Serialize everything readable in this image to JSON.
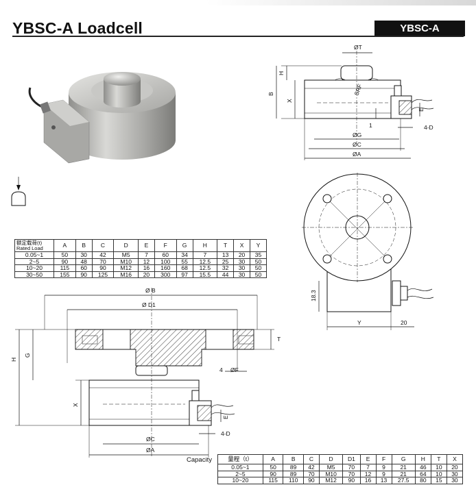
{
  "header": {
    "title": "YBSC-A Loadcell",
    "model_badge": "YBSC-A"
  },
  "drawing_labels": {
    "top": {
      "t": "ØT",
      "h": "H",
      "b": "B",
      "x": "X",
      "srf": "SRF",
      "e": "E",
      "one": "1",
      "four_d": "4-D",
      "g": "ØG",
      "c": "ØC",
      "a": "ØA"
    },
    "plan": {
      "h183": "18.3",
      "y": "Y",
      "w20": "20"
    },
    "bottom": {
      "b": "Ø B",
      "d1": "Ø D1",
      "t": "T",
      "g": "G",
      "h": "H",
      "f": "ØF",
      "four": "4",
      "x": "X",
      "e": "E",
      "four_d": "4-D",
      "c": "ØC",
      "a": "ØA"
    }
  },
  "table1": {
    "first_header_line1": "额定载荷(t)",
    "first_header_line2": "Rated Load",
    "headers": [
      "A",
      "B",
      "C",
      "D",
      "E",
      "F",
      "G",
      "H",
      "T",
      "X",
      "Y"
    ],
    "rows": [
      [
        "0.05~1",
        "50",
        "30",
        "42",
        "M5",
        "7",
        "60",
        "34",
        "7",
        "13",
        "20",
        "35"
      ],
      [
        "2~5",
        "90",
        "48",
        "70",
        "M10",
        "12",
        "100",
        "55",
        "12.5",
        "25",
        "30",
        "50"
      ],
      [
        "10~20",
        "115",
        "60",
        "90",
        "M12",
        "16",
        "160",
        "68",
        "12.5",
        "32",
        "30",
        "50"
      ],
      [
        "30~50",
        "155",
        "90",
        "125",
        "M16",
        "20",
        "300",
        "97",
        "15.5",
        "44",
        "30",
        "50"
      ]
    ]
  },
  "table2": {
    "caption": "Capacity",
    "first_header": "量程（t）",
    "headers": [
      "A",
      "B",
      "C",
      "D",
      "D1",
      "E",
      "F",
      "G",
      "H",
      "T",
      "X"
    ],
    "rows": [
      [
        "0.05~1",
        "50",
        "89",
        "42",
        "M5",
        "70",
        "7",
        "9",
        "21",
        "46",
        "10",
        "20"
      ],
      [
        "2~5",
        "90",
        "89",
        "70",
        "M10",
        "70",
        "12",
        "9",
        "21",
        "64",
        "10",
        "30"
      ],
      [
        "10~20",
        "115",
        "110",
        "90",
        "M12",
        "90",
        "16",
        "13",
        "27.5",
        "80",
        "15",
        "30"
      ]
    ]
  },
  "colors": {
    "ink": "#111111",
    "badge_bg": "#111111",
    "badge_fg": "#ffffff",
    "metal": "#b9b9b6"
  },
  "icons": [
    "load-direction-icon",
    "product-photo"
  ]
}
